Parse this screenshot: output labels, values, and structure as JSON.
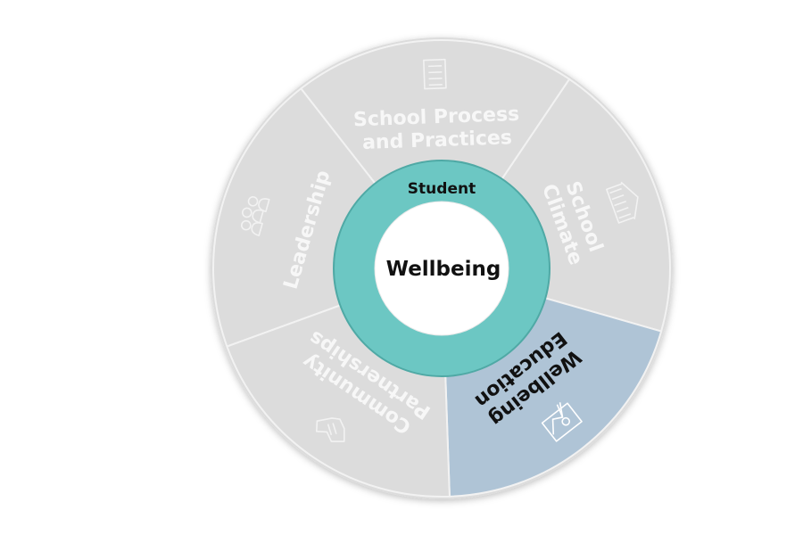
{
  "wheel": {
    "center_label": "Wellbeing",
    "ring_label": "Student",
    "colors": {
      "segment_fill": "#dcdcdc",
      "segment_active_fill": "#afc4d6",
      "segment_border": "#f2f2f2",
      "ring": "#6cc7c3",
      "ring_border": "#4fa9a5",
      "center": "#ffffff",
      "faded_text": "#f7f7f7",
      "active_text": "#111111"
    },
    "segments": [
      {
        "lines": [
          "Leadership"
        ],
        "icon": "people-group-icon",
        "active": false
      },
      {
        "lines": [
          "School Process",
          "and Practices"
        ],
        "icon": "document-checklist-icon",
        "active": false
      },
      {
        "lines": [
          "School",
          "Climate"
        ],
        "icon": "school-building-icon",
        "active": false
      },
      {
        "lines": [
          "Wellbeing",
          "Education"
        ],
        "icon": "teaching-board-icon",
        "active": true
      },
      {
        "lines": [
          "Community",
          "Partnerships"
        ],
        "icon": "handshake-icon",
        "active": false
      }
    ]
  }
}
